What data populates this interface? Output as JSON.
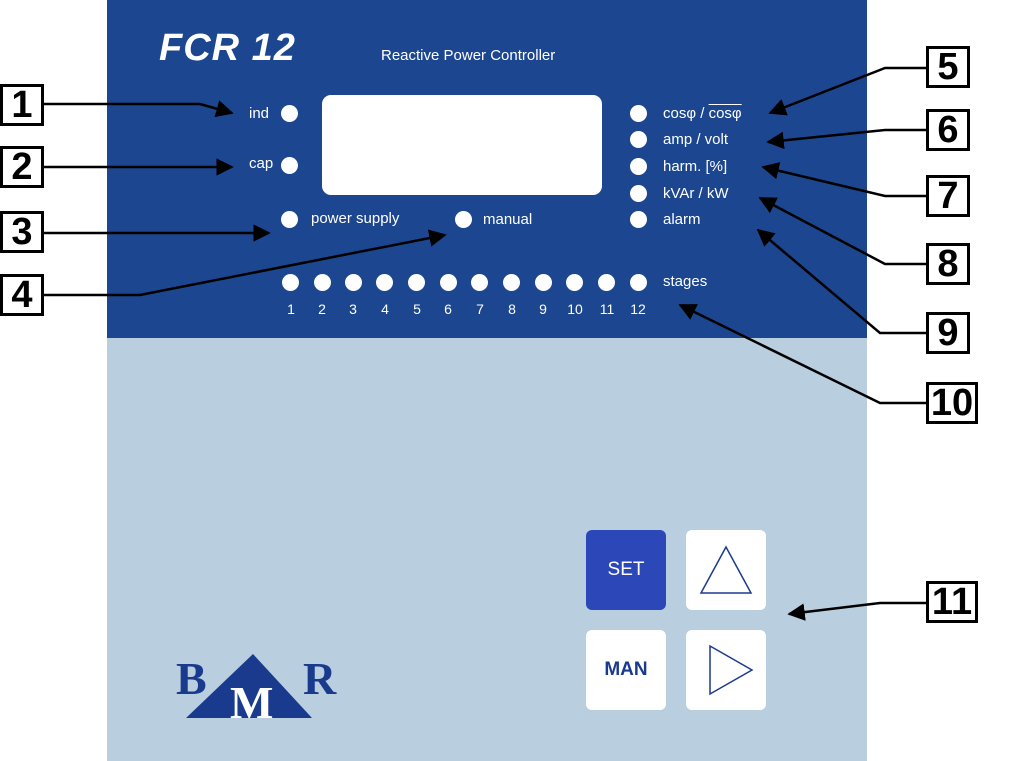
{
  "device": {
    "model": "FCR 12",
    "subtitle": "Reactive Power Controller"
  },
  "left_leds": [
    {
      "label": "ind"
    },
    {
      "label": "cap"
    }
  ],
  "bottom_leds": [
    {
      "label": "power supply"
    },
    {
      "label": "manual"
    }
  ],
  "right_leds": [
    {
      "label": "cosφ / ",
      "label_overline": "cosφ"
    },
    {
      "label": "amp / volt"
    },
    {
      "label": "harm. [%]"
    },
    {
      "label": "kVAr / kW"
    },
    {
      "label": "alarm"
    }
  ],
  "stages": {
    "label": "stages",
    "numbers": [
      "1",
      "2",
      "3",
      "4",
      "5",
      "6",
      "7",
      "8",
      "9",
      "10",
      "11",
      "12"
    ]
  },
  "keys": {
    "set": "SET",
    "man": "MAN",
    "up": "triangle-up-icon",
    "right": "triangle-right-icon"
  },
  "brand": {
    "letters": [
      "B",
      "M",
      "R"
    ]
  },
  "callouts": [
    "1",
    "2",
    "3",
    "4",
    "5",
    "6",
    "7",
    "8",
    "9",
    "10",
    "11"
  ],
  "colors": {
    "panel_top": "#1c468f",
    "panel_bottom": "#b9cfdf",
    "set_key": "#2b47b8",
    "brand": "#1a3a8e"
  }
}
